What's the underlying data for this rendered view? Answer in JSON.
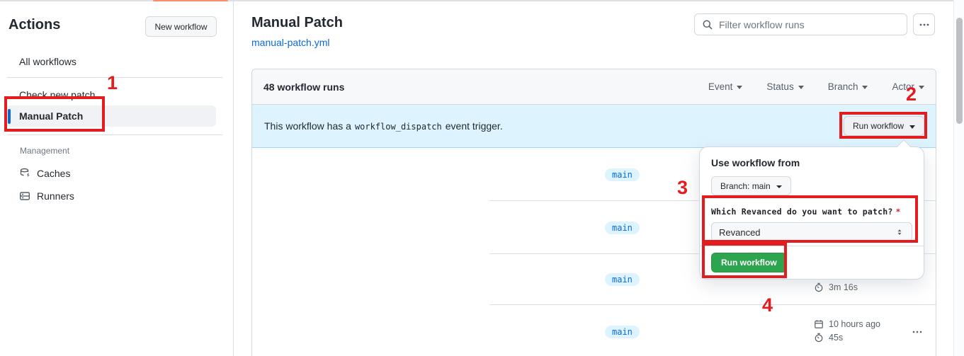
{
  "colors": {
    "accent_blue": "#0969da",
    "banner_bg": "#ddf4ff",
    "success_green": "#2da44e",
    "annotation_red": "#e31c20",
    "tab_underline_orange": "#fd8c73"
  },
  "sidebar": {
    "title": "Actions",
    "new_workflow_button": "New workflow",
    "items": [
      "All workflows",
      "Check new patch",
      "Manual Patch"
    ],
    "selected_item": "Manual Patch",
    "management": {
      "label": "Management",
      "items": [
        {
          "icon": "cache-icon",
          "label": "Caches"
        },
        {
          "icon": "runners-icon",
          "label": "Runners"
        }
      ]
    }
  },
  "header": {
    "title": "Manual Patch",
    "workflow_file_link": "manual-patch.yml",
    "filter_placeholder": "Filter workflow runs",
    "more_options_icon": "kebab-horizontal-icon"
  },
  "runs_table": {
    "count_label": "48 workflow runs",
    "filters": [
      "Event",
      "Status",
      "Branch",
      "Actor"
    ],
    "banner": {
      "text_before_code": "This workflow has a",
      "code": "workflow_dispatch",
      "text_after_code": "event trigger.",
      "run_workflow_button": "Run workflow"
    },
    "rows": [
      {
        "branch": "main"
      },
      {
        "branch": "main"
      },
      {
        "branch": "main",
        "duration": "3m 16s"
      },
      {
        "branch": "main",
        "started": "10 hours ago",
        "duration": "45s"
      }
    ]
  },
  "run_workflow_popup": {
    "title": "Use workflow from",
    "branch_selector": "Branch: main",
    "input_label": "Which Revanced do you want to patch?",
    "required_marker": "*",
    "input_value": "Revanced",
    "submit_button": "Run workflow"
  },
  "annotations": {
    "step_1": "1",
    "step_2": "2",
    "step_3": "3",
    "step_4": "4"
  }
}
